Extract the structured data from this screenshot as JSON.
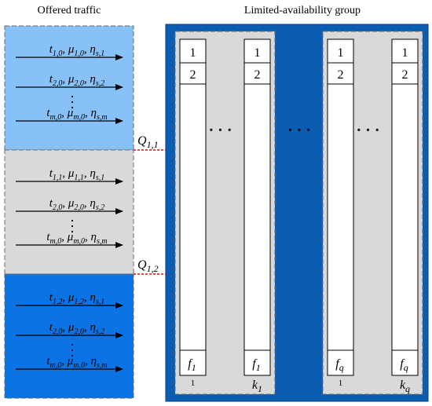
{
  "headings": {
    "offered_traffic": "Offered traffic",
    "group": "Limited-availability group"
  },
  "colors": {
    "block_light_blue": "#87c1f7",
    "block_gray": "#d9d9d9",
    "block_bright_blue": "#0b73e3",
    "group_background": "#0b5db2",
    "subgroup_background": "#d9d9d9",
    "column_fill": "#ffffff",
    "threshold_line": "#d2141a"
  },
  "traffic_blocks": [
    {
      "color": "block_light_blue",
      "streams": [
        {
          "t": "1,0",
          "mu": "1,0",
          "eta": "s,1"
        },
        {
          "t": "2,0",
          "mu": "2,0",
          "eta": "s,2"
        },
        {
          "t": "m,0",
          "mu": "m,0",
          "eta": "s,m"
        }
      ]
    },
    {
      "color": "block_gray",
      "streams": [
        {
          "t": "1,1",
          "mu": "1,1",
          "eta": "s,1"
        },
        {
          "t": "2,0",
          "mu": "2,0",
          "eta": "s,2"
        },
        {
          "t": "m,0",
          "mu": "m,0",
          "eta": "s,m"
        }
      ]
    },
    {
      "color": "block_bright_blue",
      "streams": [
        {
          "t": "1,2",
          "mu": "1,2",
          "eta": "s,1"
        },
        {
          "t": "2,0",
          "mu": "2,0",
          "eta": "s,2"
        },
        {
          "t": "m,0",
          "mu": "m,0",
          "eta": "s,m"
        }
      ]
    }
  ],
  "thresholds": [
    {
      "symbol": "Q",
      "subscript": "1,1"
    },
    {
      "symbol": "Q",
      "subscript": "1,2"
    }
  ],
  "subgroups": [
    {
      "columns": [
        {
          "cells": [
            "1",
            "2"
          ],
          "last": {
            "symbol": "f",
            "subscript": "1"
          },
          "index": {
            "symbol": "1",
            "subscript": ""
          }
        },
        {
          "cells": [
            "1",
            "2"
          ],
          "last": {
            "symbol": "f",
            "subscript": "1"
          },
          "index": {
            "symbol": "k",
            "subscript": "1"
          }
        }
      ]
    },
    {
      "columns": [
        {
          "cells": [
            "1",
            "2"
          ],
          "last": {
            "symbol": "f",
            "subscript": "q"
          },
          "index": {
            "symbol": "1",
            "subscript": ""
          }
        },
        {
          "cells": [
            "1",
            "2"
          ],
          "last": {
            "symbol": "f",
            "subscript": "q"
          },
          "index": {
            "symbol": "k",
            "subscript": "q"
          }
        }
      ]
    }
  ],
  "ellipsis": "· · ·"
}
